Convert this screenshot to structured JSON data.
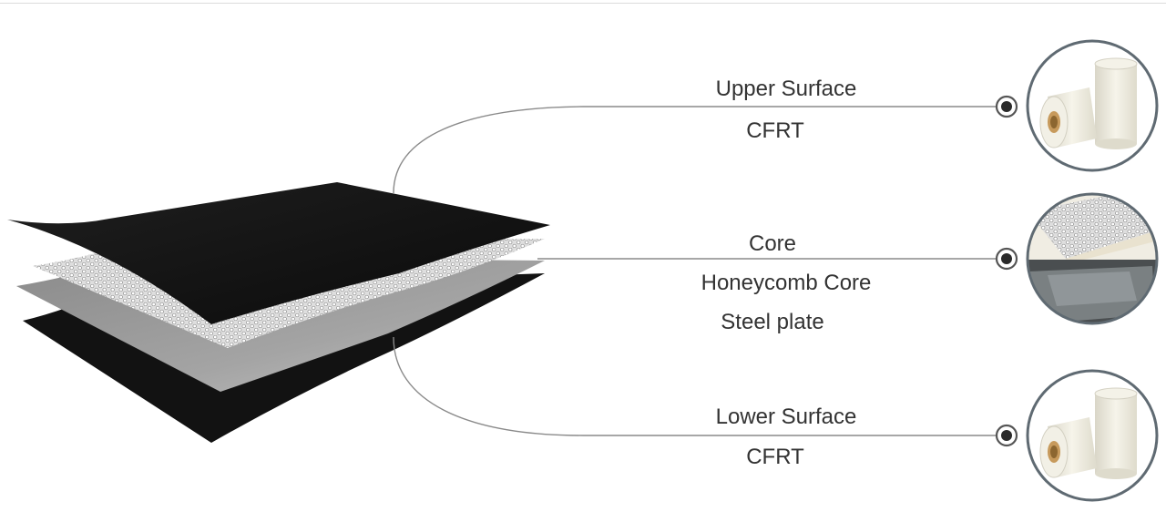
{
  "layers": [
    {
      "id": "upper",
      "title": "Upper Surface",
      "material": [
        "CFRT"
      ],
      "thumbnail_icon": "cfrt-rolls-icon"
    },
    {
      "id": "core",
      "title": "Core",
      "material": [
        "Honeycomb Core",
        "Steel plate"
      ],
      "thumbnail_icon": "honeycomb-steel-icon"
    },
    {
      "id": "lower",
      "title": "Lower Surface",
      "material": [
        "CFRT"
      ],
      "thumbnail_icon": "cfrt-rolls-icon"
    }
  ],
  "exploded_view_icon": "layered-panel-icon",
  "colors": {
    "line": "#8a8a8a",
    "text": "#333333",
    "sheet": "#141414",
    "steel": "#9b9b9b",
    "circle_border": "#5f6a72"
  }
}
